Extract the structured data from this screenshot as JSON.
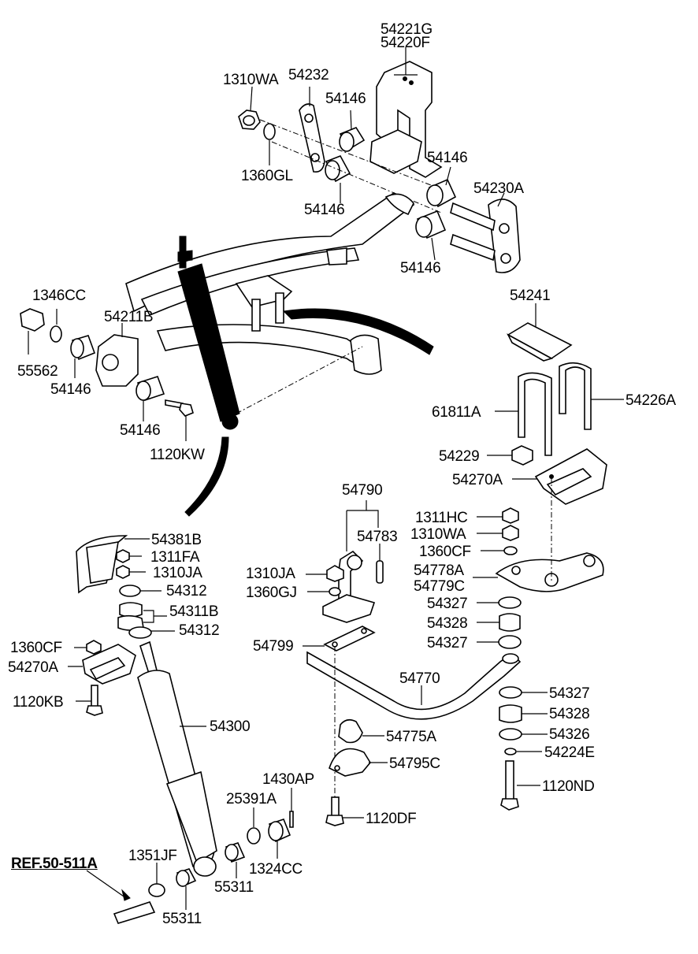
{
  "labels": {
    "l_54221G": "54221G",
    "l_54220F": "54220F",
    "l_1310WA_top": "1310WA",
    "l_54232": "54232",
    "l_54146_a": "54146",
    "l_54146_b": "54146",
    "l_1360GL": "1360GL",
    "l_54146_c": "54146",
    "l_54230A": "54230A",
    "l_54146_d": "54146",
    "l_1346CC": "1346CC",
    "l_54211B": "54211B",
    "l_55562": "55562",
    "l_54146_e": "54146",
    "l_54146_f": "54146",
    "l_1120KW": "1120KW",
    "l_54241": "54241",
    "l_54226A": "54226A",
    "l_61811A": "61811A",
    "l_54229": "54229",
    "l_54270A_r": "54270A",
    "l_54790": "54790",
    "l_54783": "54783",
    "l_1311HC": "1311HC",
    "l_1310WA_r": "1310WA",
    "l_1360CF_r": "1360CF",
    "l_54778A": "54778A",
    "l_54779C": "54779C",
    "l_1310JA_m": "1310JA",
    "l_1360GJ": "1360GJ",
    "l_54327_a": "54327",
    "l_54328_a": "54328",
    "l_54327_b": "54327",
    "l_54381B": "54381B",
    "l_1311FA": "1311FA",
    "l_1310JA_l": "1310JA",
    "l_54312_a": "54312",
    "l_54311B": "54311B",
    "l_54312_b": "54312",
    "l_1360CF_l": "1360CF",
    "l_54270A_l": "54270A",
    "l_1120KB": "1120KB",
    "l_54799": "54799",
    "l_54770": "54770",
    "l_54327_c": "54327",
    "l_54328_b": "54328",
    "l_54326": "54326",
    "l_54224E": "54224E",
    "l_54300": "54300",
    "l_54775A": "54775A",
    "l_54795C": "54795C",
    "l_1120ND": "1120ND",
    "l_1430AP": "1430AP",
    "l_25391A": "25391A",
    "l_1120DF": "1120DF",
    "l_REF": "REF.50-511A",
    "l_1351JF": "1351JF",
    "l_1324CC": "1324CC",
    "l_55311_a": "55311",
    "l_55311_b": "55311"
  }
}
